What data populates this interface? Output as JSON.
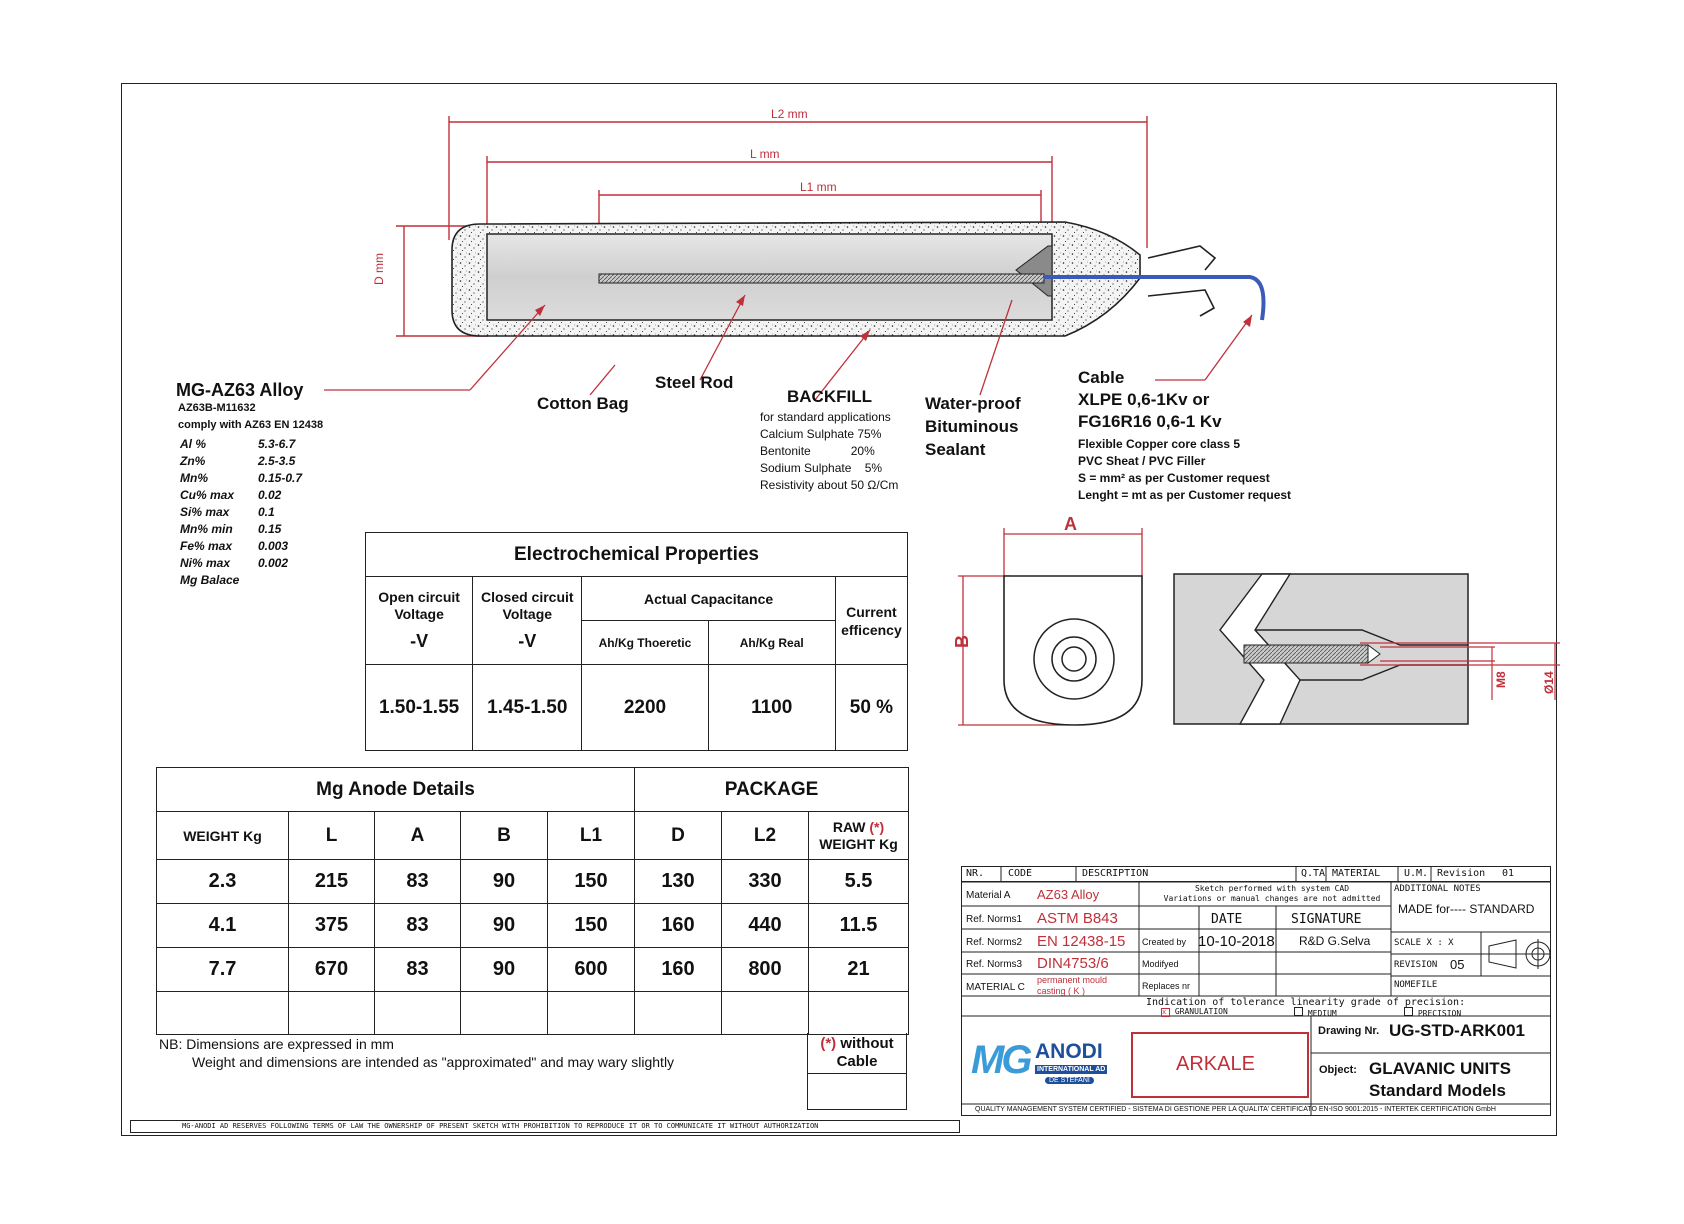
{
  "top": {
    "l2": "L2 mm",
    "l": "L mm",
    "l1": "L1 mm",
    "d": "D mm"
  },
  "labels": {
    "alloy_title": "MG-AZ63 Alloy",
    "cotton_bag": "Cotton Bag",
    "steel_rod": "Steel Rod",
    "backfill": "BACKFILL",
    "backfill_lines": [
      "for standard applications",
      "Calcium Sulphate  75%",
      "Bentonite            20%",
      "Sodium Sulphate    5%",
      "Resistivity about 50 Ω/Cm"
    ],
    "sealant": [
      "Water-proof",
      "Bituminous",
      "Sealant"
    ],
    "cable_title": "Cable",
    "cable_line1": "XLPE 0,6-1Kv  or",
    "cable_line2": "FG16R16 0,6-1 Kv",
    "cable_lines": [
      "Flexible Copper core class 5",
      "PVC Sheat / PVC Filler",
      "S = mm² as per Customer request",
      "Lenght =  mt as per Customer request"
    ]
  },
  "alloy": {
    "spec1": "AZ63B-M11632",
    "spec2": "comply with  AZ63 EN 12438",
    "rows": [
      {
        "el": "Al %",
        "v": "5.3-6.7"
      },
      {
        "el": "Zn%",
        "v": "2.5-3.5"
      },
      {
        "el": "Mn%",
        "v": "0.15-0.7"
      },
      {
        "el": "Cu% max",
        "v": "0.02"
      },
      {
        "el": "Si% max",
        "v": "0.1"
      },
      {
        "el": "Mn% min",
        "v": "0.15"
      },
      {
        "el": "Fe% max",
        "v": "0.003"
      },
      {
        "el": "Ni% max",
        "v": "0.002"
      },
      {
        "el": "Mg  Balace",
        "v": ""
      }
    ]
  },
  "electro": {
    "title": "Electrochemical Properties",
    "open": "Open circuit Voltage",
    "closed": "Closed circuit Voltage",
    "actual": "Actual Capacitance",
    "current": "Current efficency",
    "unit_v": "-V",
    "theoretic": "Ah/Kg Thoeretic",
    "real": "Ah/Kg Real",
    "values": [
      "1.50-1.55",
      "1.45-1.50",
      "2200",
      "1100",
      "50 %"
    ]
  },
  "details": {
    "title": "Mg Anode Details",
    "package": "PACKAGE",
    "headers": [
      "WEIGHT Kg",
      "L",
      "A",
      "B",
      "L1",
      "D",
      "L2"
    ],
    "raw_header": "RAW",
    "raw_star": "(*)",
    "raw_weight": "WEIGHT Kg",
    "rows": [
      [
        "2.3",
        "215",
        "83",
        "90",
        "150",
        "130",
        "330",
        "5.5"
      ],
      [
        "4.1",
        "375",
        "83",
        "90",
        "150",
        "160",
        "440",
        "11.5"
      ],
      [
        "7.7",
        "670",
        "83",
        "90",
        "600",
        "160",
        "800",
        "21"
      ]
    ],
    "note1": "NB: Dimensions are expressed in mm",
    "note2": "Weight and dimensions are intended as \"approximated\" and may wary slightly",
    "without_star": "(*)",
    "without": "without",
    "cable": "Cable"
  },
  "section": {
    "a": "A",
    "b": "B",
    "m8": "M8",
    "d14": "Ø14"
  },
  "titleblock": {
    "nr": "NR.",
    "code": "CODE",
    "description": "DESCRIPTION",
    "qta": "Q.TA",
    "material": "MATERIAL",
    "um": "U.M.",
    "revision": "Revision",
    "rev_val": "01",
    "material_a_lbl": "Material A",
    "material_a": "AZ63 Alloy",
    "sketch1": "Sketch performed with system CAD",
    "sketch2": "Variations or manual changes are not admitted",
    "additional": "ADDITIONAL NOTES",
    "made_for": "MADE for---- STANDARD",
    "norm1_lbl": "Ref. Norms1",
    "norm1": "ASTM  B843",
    "date_lbl": "DATE",
    "signature_lbl": "SIGNATURE",
    "norm2_lbl": "Ref. Norms2",
    "norm2": "EN 12438-15",
    "created_lbl": "Created by",
    "created_date": "10-10-2018",
    "created_sig": "R&D G.Selva",
    "scale": "SCALE  X : X",
    "revision_lbl": "REVISION",
    "revision_val": "05",
    "modified_lbl": "Modifyed",
    "norm3_lbl": "Ref. Norms3",
    "norm3": "DIN4753/6",
    "replaces_lbl": "Replaces nr",
    "namefile": "NOMEFILE",
    "material_c_lbl": "MATERIAL C",
    "material_c1": "permanent mould",
    "material_c2": "casting ( K )",
    "tolerance": "Indication of tolerance linearity grade of precision:",
    "granulation": "GRANULATION",
    "medium": "MEDIUM",
    "precision": "PRECISION",
    "logo_mg": "MG",
    "logo_anodi": "ANODI",
    "logo_intl": "INTERNATIONAL AD",
    "logo_ds": "DE STEFANI",
    "company": "ARKALE",
    "drawing_lbl": "Drawing Nr.",
    "drawing": "UG-STD-ARK001",
    "object_lbl": "Object:",
    "object1": "GLAVANIC UNITS",
    "object2": "Standard  Models"
  },
  "footer": {
    "left": "MG-ANODI AD RESERVES FOLLOWING TERMS OF LAW THE OWNERSHIP OF PRESENT SKETCH WITH PROHIBITION TO REPRODUCE IT OR TO COMMUNICATE IT WITHOUT AUTHORIZATION",
    "right": "QUALITY MANAGEMENT SYSTEM CERTIFIED - SISTEMA DI GESTIONE PER LA QUALITA' CERTIFICATO  EN-ISO 9001:2015 - INTERTEK CERTIFICATION GmbH"
  }
}
